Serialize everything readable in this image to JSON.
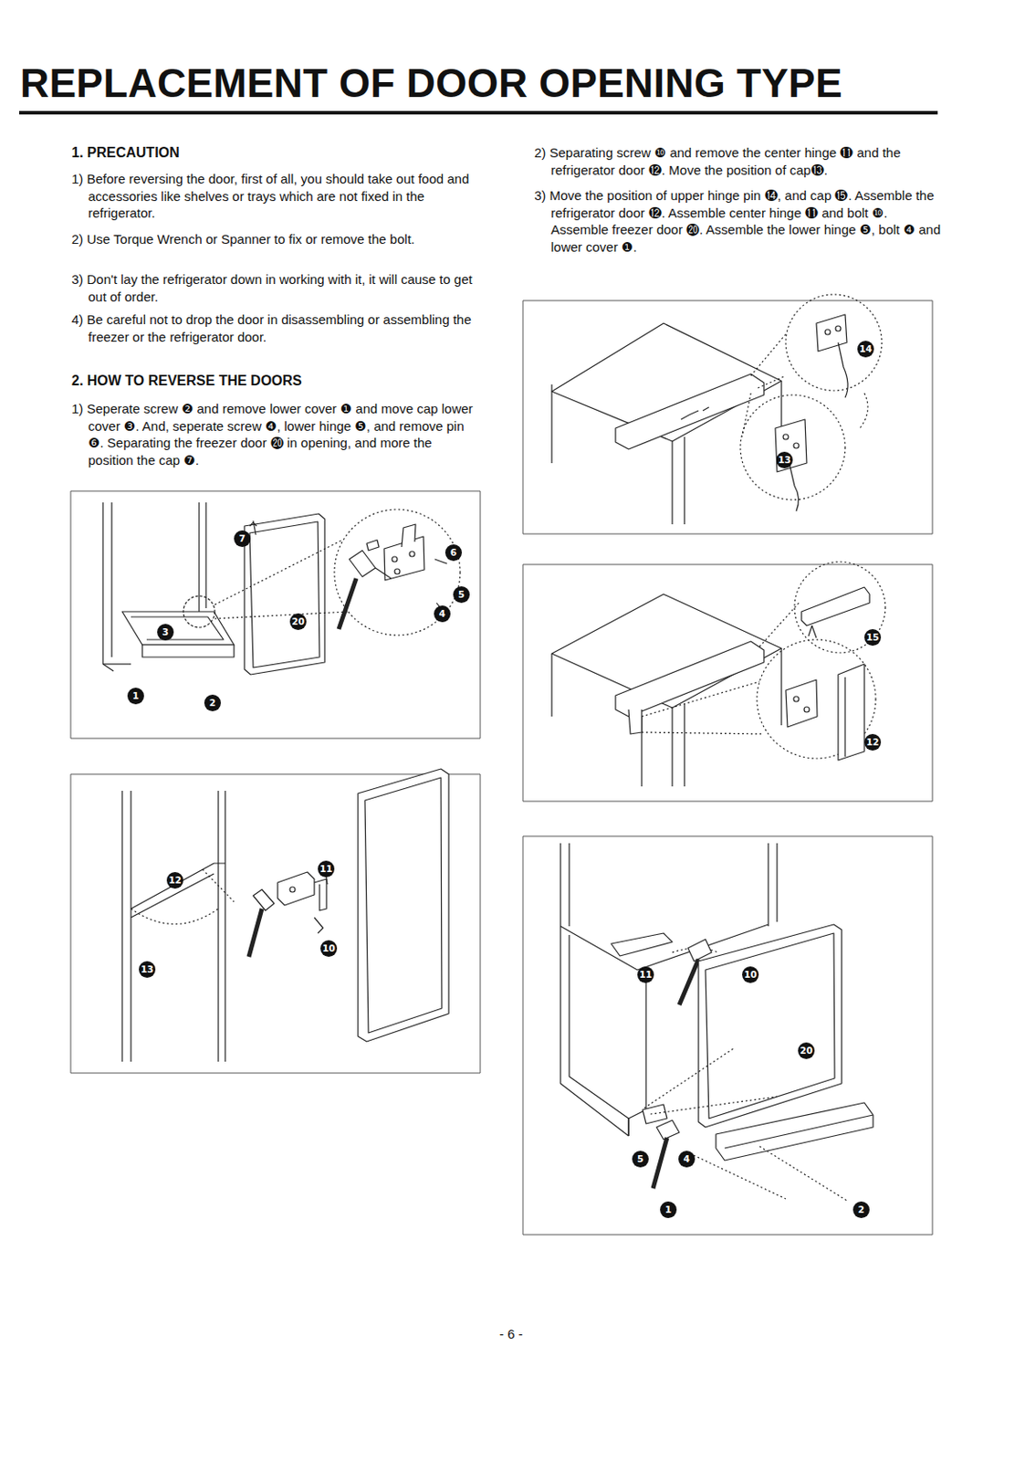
{
  "diagram": {
    "title": "REPLACEMENT OF DOOR OPENING TYPE",
    "labels": [
      "1. PRECAUTION",
      "1) Before reversing the door, first of all, you should take out food and accessories like shelves or trays which are not fixed in the refrigerator.",
      "2) Use Torque Wrench or Spanner to fix or remove the bolt.",
      "3) Don't lay the refrigerator down in working with it, it will cause to get out of order.",
      "4) Be careful not to drop the door in disassembling or assembling the freezer or the refrigerator door.",
      "2. HOW TO REVERSE THE DOORS",
      "1) Seperate screw ❷ and remove lower cover ❶ and move cap lower cover ❸. And, seperate screw ❹, lower hinge ❺, and remove pin ❻. Separating the freezer door ⓴ in opening, and more the position the cap ❼.",
      "2) Separating screw ❿ and remove the center hinge ⓫ and the refrigerator door ⓬. Move the position of cap⓭.",
      "3) Move the position of upper hinge pin ⓮, and cap ⓯. Assemble the refrigerator door ⓬. Assemble center hinge ⓫ and bolt ❿. Assemble freezer door ⓴. Assemble the lower hinge ❺, bolt ❹ and lower cover ❶.",
      "7",
      "3",
      "6",
      "5",
      "4",
      "20",
      "1",
      "2",
      "12",
      "11",
      "10",
      "13",
      "14",
      "13",
      "15",
      "12",
      "11",
      "10",
      "20",
      "5",
      "4",
      "1",
      "2",
      "- 6 -"
    ]
  }
}
